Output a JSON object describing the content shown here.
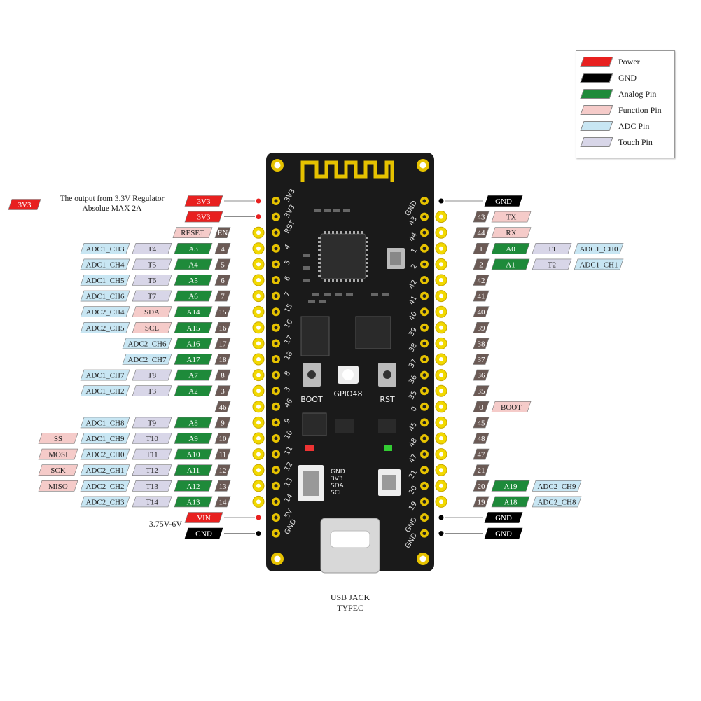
{
  "colors": {
    "power": "#e8201f",
    "gnd": "#000000",
    "analog": "#1e8a3a",
    "function": "#f5cbc9",
    "adc": "#c8e6f3",
    "touch": "#d8d6e8",
    "gpio": "#6b5a55",
    "pcb": "#1a1a1a",
    "pad": "#e6c200"
  },
  "legend": [
    {
      "label": "Power",
      "color": "power"
    },
    {
      "label": "GND",
      "color": "gnd"
    },
    {
      "label": "Analog Pin",
      "color": "analog"
    },
    {
      "label": "Function Pin",
      "color": "function"
    },
    {
      "label": "ADC Pin",
      "color": "adc"
    },
    {
      "label": "Touch Pin",
      "color": "touch"
    }
  ],
  "note": {
    "tag": "3V3",
    "line1": "The output from 3.3V Regulator",
    "line2": "Absolue MAX 2A"
  },
  "vin_note": "3.75V-6V",
  "usb_caption": {
    "line1": "USB JACK",
    "line2": "TYPEC"
  },
  "board": {
    "buttons": [
      "BOOT",
      "GPIO48",
      "RST"
    ],
    "connector_labels": [
      "GND",
      "3V3",
      "SDA",
      "SCL"
    ],
    "left_silk": [
      "3V3",
      "3V3",
      "RST",
      "4",
      "5",
      "6",
      "7",
      "15",
      "16",
      "17",
      "18",
      "8",
      "3",
      "46",
      "9",
      "10",
      "11",
      "12",
      "13",
      "14",
      "5V",
      "GND"
    ],
    "right_silk": [
      "GND",
      "43",
      "44",
      "1",
      "2",
      "42",
      "41",
      "40",
      "39",
      "38",
      "37",
      "36",
      "35",
      "0",
      "45",
      "48",
      "47",
      "21",
      "20",
      "19",
      "GND",
      "GND"
    ]
  },
  "left_pins": [
    [
      {
        "t": "3V3",
        "c": "power"
      }
    ],
    [
      {
        "t": "3V3",
        "c": "power"
      }
    ],
    [
      {
        "t": "RESET",
        "c": "function"
      },
      {
        "t": "EN",
        "c": "gpio"
      }
    ],
    [
      {
        "t": "ADC1_CH3",
        "c": "adc"
      },
      {
        "t": "T4",
        "c": "touch"
      },
      {
        "t": "A3",
        "c": "analog"
      },
      {
        "t": "4",
        "c": "gpio"
      }
    ],
    [
      {
        "t": "ADC1_CH4",
        "c": "adc"
      },
      {
        "t": "T5",
        "c": "touch"
      },
      {
        "t": "A4",
        "c": "analog"
      },
      {
        "t": "5",
        "c": "gpio"
      }
    ],
    [
      {
        "t": "ADC1_CH5",
        "c": "adc"
      },
      {
        "t": "T6",
        "c": "touch"
      },
      {
        "t": "A5",
        "c": "analog"
      },
      {
        "t": "6",
        "c": "gpio"
      }
    ],
    [
      {
        "t": "ADC1_CH6",
        "c": "adc"
      },
      {
        "t": "T7",
        "c": "touch"
      },
      {
        "t": "A6",
        "c": "analog"
      },
      {
        "t": "7",
        "c": "gpio"
      }
    ],
    [
      {
        "t": "ADC2_CH4",
        "c": "adc"
      },
      {
        "t": "SDA",
        "c": "function"
      },
      {
        "t": "A14",
        "c": "analog"
      },
      {
        "t": "15",
        "c": "gpio"
      }
    ],
    [
      {
        "t": "ADC2_CH5",
        "c": "adc"
      },
      {
        "t": "SCL",
        "c": "function"
      },
      {
        "t": "A15",
        "c": "analog"
      },
      {
        "t": "16",
        "c": "gpio"
      }
    ],
    [
      {
        "t": "ADC2_CH6",
        "c": "adc"
      },
      {
        "t": "A16",
        "c": "analog"
      },
      {
        "t": "17",
        "c": "gpio"
      }
    ],
    [
      {
        "t": "ADC2_CH7",
        "c": "adc"
      },
      {
        "t": "A17",
        "c": "analog"
      },
      {
        "t": "18",
        "c": "gpio"
      }
    ],
    [
      {
        "t": "ADC1_CH7",
        "c": "adc"
      },
      {
        "t": "T8",
        "c": "touch"
      },
      {
        "t": "A7",
        "c": "analog"
      },
      {
        "t": "8",
        "c": "gpio"
      }
    ],
    [
      {
        "t": "ADC1_CH2",
        "c": "adc"
      },
      {
        "t": "T3",
        "c": "touch"
      },
      {
        "t": "A2",
        "c": "analog"
      },
      {
        "t": "3",
        "c": "gpio"
      }
    ],
    [
      {
        "t": "46",
        "c": "gpio"
      }
    ],
    [
      {
        "t": "ADC1_CH8",
        "c": "adc"
      },
      {
        "t": "T9",
        "c": "touch"
      },
      {
        "t": "A8",
        "c": "analog"
      },
      {
        "t": "9",
        "c": "gpio"
      }
    ],
    [
      {
        "t": "SS",
        "c": "function"
      },
      {
        "t": "ADC1_CH9",
        "c": "adc"
      },
      {
        "t": "T10",
        "c": "touch"
      },
      {
        "t": "A9",
        "c": "analog"
      },
      {
        "t": "10",
        "c": "gpio"
      }
    ],
    [
      {
        "t": "MOSI",
        "c": "function"
      },
      {
        "t": "ADC2_CH0",
        "c": "adc"
      },
      {
        "t": "T11",
        "c": "touch"
      },
      {
        "t": "A10",
        "c": "analog"
      },
      {
        "t": "11",
        "c": "gpio"
      }
    ],
    [
      {
        "t": "SCK",
        "c": "function"
      },
      {
        "t": "ADC2_CH1",
        "c": "adc"
      },
      {
        "t": "T12",
        "c": "touch"
      },
      {
        "t": "A11",
        "c": "analog"
      },
      {
        "t": "12",
        "c": "gpio"
      }
    ],
    [
      {
        "t": "MISO",
        "c": "function"
      },
      {
        "t": "ADC2_CH2",
        "c": "adc"
      },
      {
        "t": "T13",
        "c": "touch"
      },
      {
        "t": "A12",
        "c": "analog"
      },
      {
        "t": "13",
        "c": "gpio"
      }
    ],
    [
      {
        "t": "ADC2_CH3",
        "c": "adc"
      },
      {
        "t": "T14",
        "c": "touch"
      },
      {
        "t": "A13",
        "c": "analog"
      },
      {
        "t": "14",
        "c": "gpio"
      }
    ],
    [
      {
        "t": "VIN",
        "c": "power"
      }
    ],
    [
      {
        "t": "GND",
        "c": "gnd"
      }
    ]
  ],
  "right_pins": [
    [
      {
        "t": "GND",
        "c": "gnd"
      }
    ],
    [
      {
        "t": "43",
        "c": "gpio"
      },
      {
        "t": "TX",
        "c": "function"
      }
    ],
    [
      {
        "t": "44",
        "c": "gpio"
      },
      {
        "t": "RX",
        "c": "function"
      }
    ],
    [
      {
        "t": "1",
        "c": "gpio"
      },
      {
        "t": "A0",
        "c": "analog"
      },
      {
        "t": "T1",
        "c": "touch"
      },
      {
        "t": "ADC1_CH0",
        "c": "adc"
      }
    ],
    [
      {
        "t": "2",
        "c": "gpio"
      },
      {
        "t": "A1",
        "c": "analog"
      },
      {
        "t": "T2",
        "c": "touch"
      },
      {
        "t": "ADC1_CH1",
        "c": "adc"
      }
    ],
    [
      {
        "t": "42",
        "c": "gpio"
      }
    ],
    [
      {
        "t": "41",
        "c": "gpio"
      }
    ],
    [
      {
        "t": "40",
        "c": "gpio"
      }
    ],
    [
      {
        "t": "39",
        "c": "gpio"
      }
    ],
    [
      {
        "t": "38",
        "c": "gpio"
      }
    ],
    [
      {
        "t": "37",
        "c": "gpio"
      }
    ],
    [
      {
        "t": "36",
        "c": "gpio"
      }
    ],
    [
      {
        "t": "35",
        "c": "gpio"
      }
    ],
    [
      {
        "t": "0",
        "c": "gpio"
      },
      {
        "t": "BOOT",
        "c": "function"
      }
    ],
    [
      {
        "t": "45",
        "c": "gpio"
      }
    ],
    [
      {
        "t": "48",
        "c": "gpio"
      }
    ],
    [
      {
        "t": "47",
        "c": "gpio"
      }
    ],
    [
      {
        "t": "21",
        "c": "gpio"
      }
    ],
    [
      {
        "t": "20",
        "c": "gpio"
      },
      {
        "t": "A19",
        "c": "analog"
      },
      {
        "t": "ADC2_CH9",
        "c": "adc"
      }
    ],
    [
      {
        "t": "19",
        "c": "gpio"
      },
      {
        "t": "A18",
        "c": "analog"
      },
      {
        "t": "ADC2_CH8",
        "c": "adc"
      }
    ],
    [
      {
        "t": "GND",
        "c": "gnd"
      }
    ],
    [
      {
        "t": "GND",
        "c": "gnd"
      }
    ]
  ]
}
